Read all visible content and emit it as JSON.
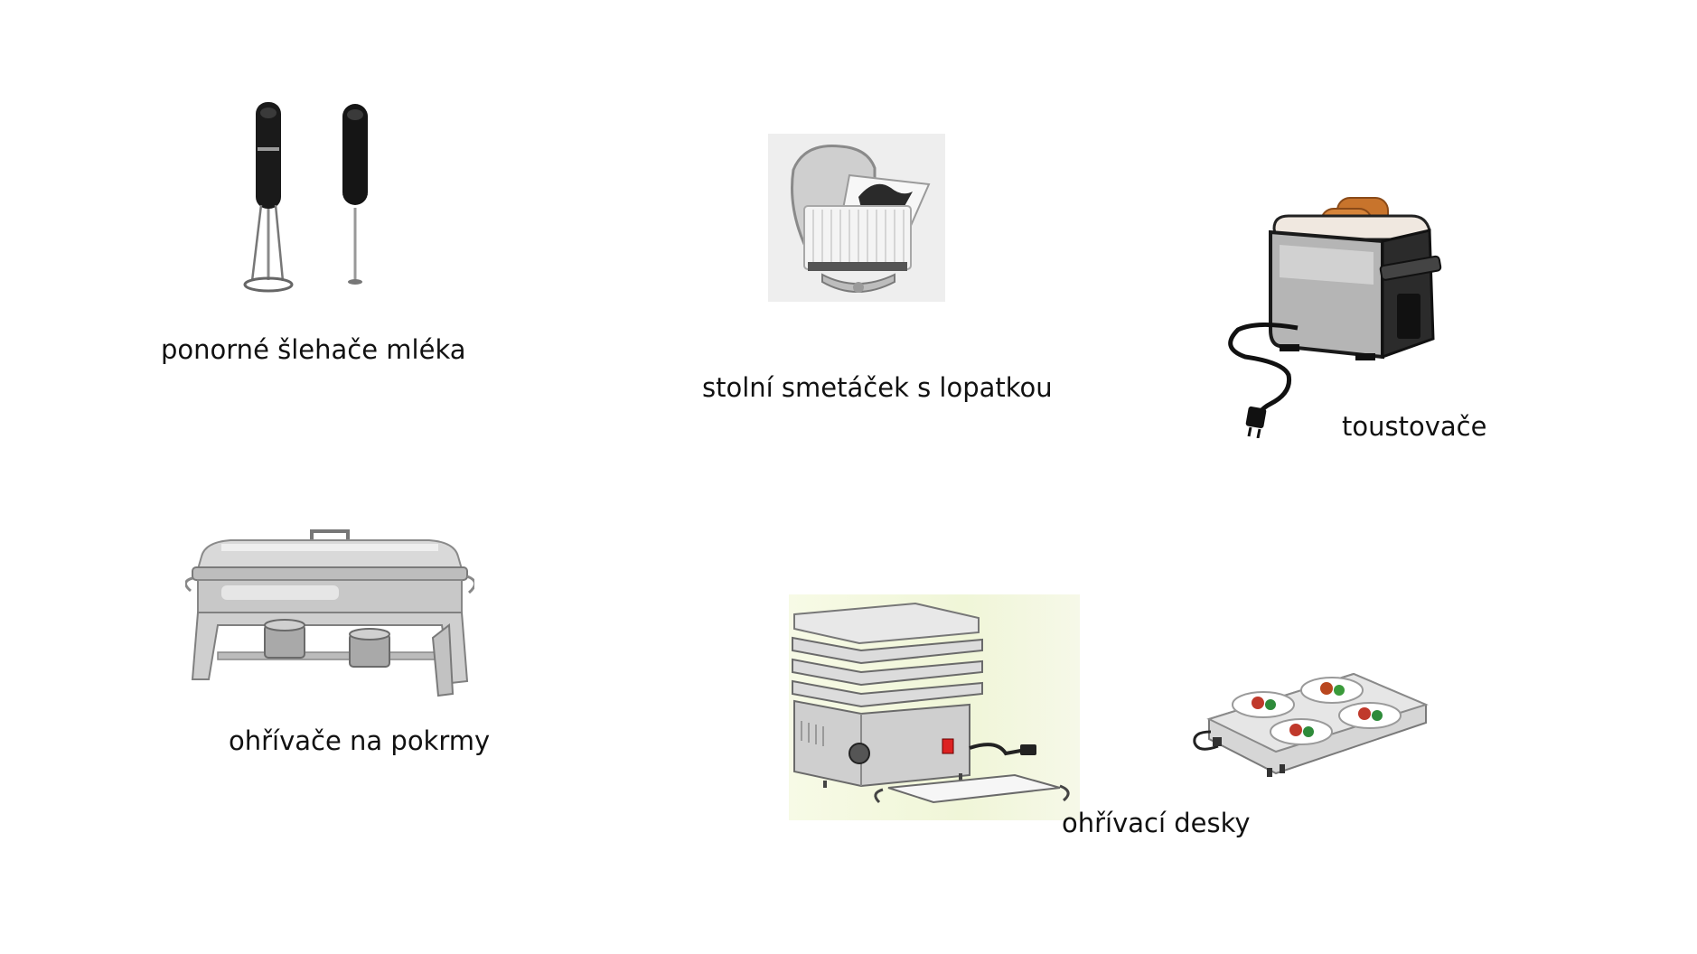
{
  "slide": {
    "items": [
      {
        "id": "milk-frothers",
        "caption": "ponorné šlehače mléka",
        "icon": "milk-frother-icon"
      },
      {
        "id": "crumb-brush",
        "caption": "stolní smetáček s lopatkou",
        "icon": "table-crumb-brush-icon"
      },
      {
        "id": "toasters",
        "caption": "toustovače",
        "icon": "toaster-icon"
      },
      {
        "id": "chafing-dish",
        "caption": "ohřívače na pokrmy",
        "icon": "chafing-dish-icon"
      },
      {
        "id": "warming-plates",
        "caption": "ohřívací desky",
        "icon": "warming-plate-icon"
      }
    ]
  }
}
